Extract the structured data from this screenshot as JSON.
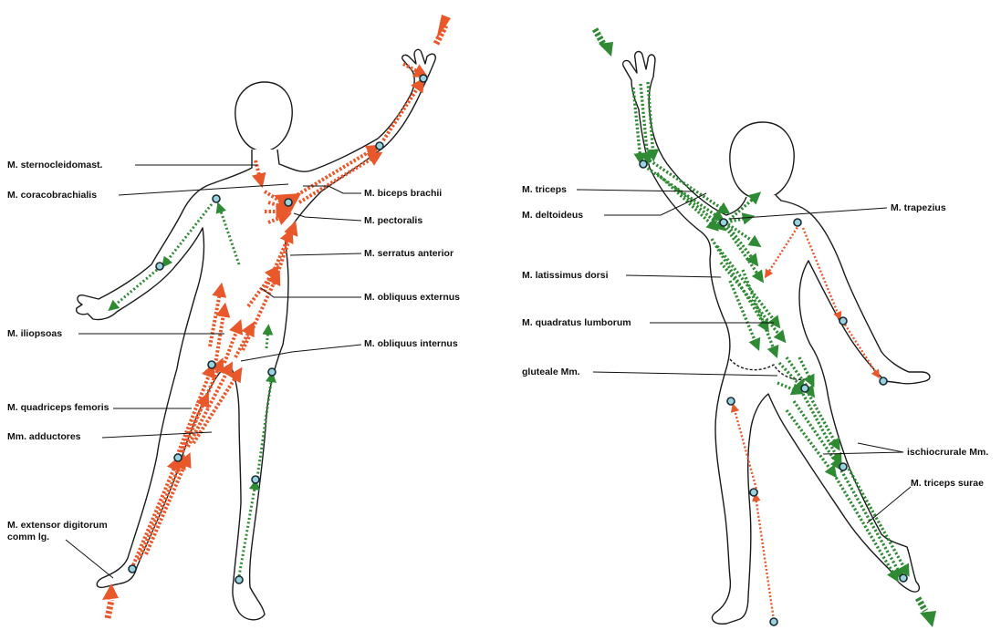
{
  "colors": {
    "flexion_chain": "#e8582b",
    "extension_chain": "#2f8a34",
    "outline": "#1a1a1a",
    "joint": "#9ad3e0"
  },
  "front_figure": {
    "labels": {
      "sternocleidomast": "M. sternocleidomast.",
      "coracobrachialis": "M. coracobrachialis",
      "biceps_brachii": "M. biceps brachii",
      "pectoralis": "M. pectoralis",
      "serratus_anterior": "M. serratus anterior",
      "obliquus_externus": "M. obliquus externus",
      "iliopsoas": "M. iliopsoas",
      "obliquus_internus": "M. obliquus internus",
      "quadriceps_femoris": "M. quadriceps femoris",
      "adductores": "Mm. adductores",
      "extensor_digitorum": "M. extensor digitorum\ncomm lg."
    }
  },
  "back_figure": {
    "labels": {
      "triceps": "M. triceps",
      "deltoideus": "M. deltoideus",
      "trapezius": "M. trapezius",
      "latissimus_dorsi": "M. latissimus dorsi",
      "quadratus_lumborum": "M. quadratus lumborum",
      "gluteale": "gluteale Mm.",
      "ischiocrurale": "ischiocrurale Mm.",
      "triceps_surae": "M. triceps surae"
    }
  }
}
